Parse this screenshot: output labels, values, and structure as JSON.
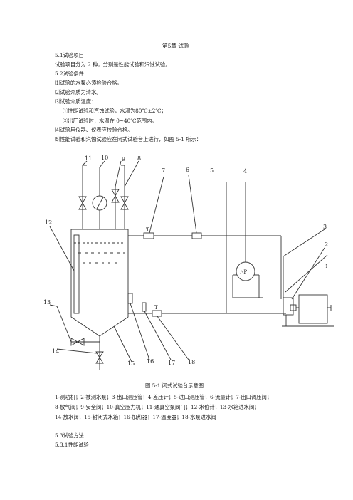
{
  "chapter_title": "第5章 试验",
  "section_5_1": {
    "heading": "5.1试验项目",
    "text": "试验项目分为 2 种，分别是性能试验和汽蚀试验。"
  },
  "section_5_2": {
    "heading": "5.2试验条件",
    "items": [
      "⑴试验的水泵必须检验合格。",
      "⑵试验介质为清水。",
      "⑶试验介质温度：",
      "①性能试验和汽蚀试验，水温为80℃±2℃；",
      "②出厂试验时，水温在 0~40℃范围内。",
      "⑷试验用仪器、仪表应校验合格。",
      "⑸性能试验和汽蚀试验应在闭式试验台上进行，如图 5-1 所示："
    ]
  },
  "figure": {
    "caption": "图 5-1 闭式试验台示意图",
    "labels": [
      "1",
      "2",
      "3",
      "4",
      "5",
      "6",
      "7",
      "8",
      "9",
      "10",
      "11",
      "12",
      "13",
      "14",
      "15",
      "16",
      "17",
      "18"
    ],
    "symbols": {
      "flow": "T",
      "dp": "△P"
    },
    "legend": [
      "1-测功机；2-被测水泵；3-出口测压管；4-差压计；5-进口测压管；6-流量计；7-出口调压阀；",
      "8-放气阀；9-安全阀；10-真空压力机；11-通真空泵阀门；12-水位计；13-水箱进水阀；",
      "14-放水阀；15-封闭式水箱；16-加热器；17-温度器；18-水泵进水阀"
    ]
  },
  "section_5_3": {
    "heading": "5.3试验方法",
    "sub": "5.3.1性能试验"
  }
}
